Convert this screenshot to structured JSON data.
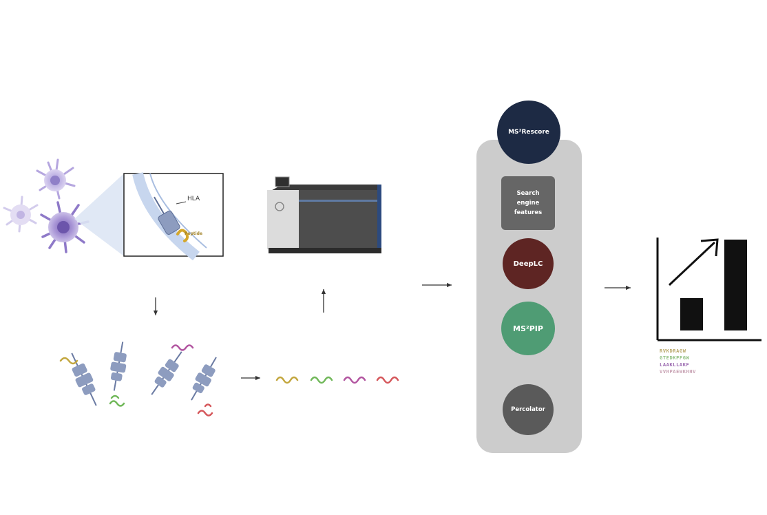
{
  "labels": {
    "hla": "HLA",
    "peptide": "Peptide"
  },
  "pipeline": {
    "rescore": "MS²Rescore",
    "search_features": [
      "Search",
      "engine",
      "features"
    ],
    "deeplc": "DeepLC",
    "ms2pip": "MS²PIP",
    "percolator": "Percolator"
  },
  "sequences": [
    {
      "text": "RVKDRAGW",
      "color": "#b9a86a"
    },
    {
      "text": "GTEDKPFGW",
      "color": "#8fbf7f"
    },
    {
      "text": "LAAKLLAKF",
      "color": "#9b69b0"
    },
    {
      "text": "VVHPAEWKHHV",
      "color": "#c7a0b2"
    }
  ],
  "colors": {
    "panel": "#cccccc",
    "rescore": "#1d2a44",
    "search_box": "#666666",
    "deeplc": "#5e2523",
    "ms2pip": "#4f9c74",
    "percolator": "#5a5a5a",
    "cell": "#9a86c6",
    "hla": "#8d9cbf",
    "peptide_yellow": "#c3a73f",
    "peptide_green": "#71b85a",
    "peptide_magenta": "#b255a0",
    "peptide_red": "#d5575b"
  }
}
